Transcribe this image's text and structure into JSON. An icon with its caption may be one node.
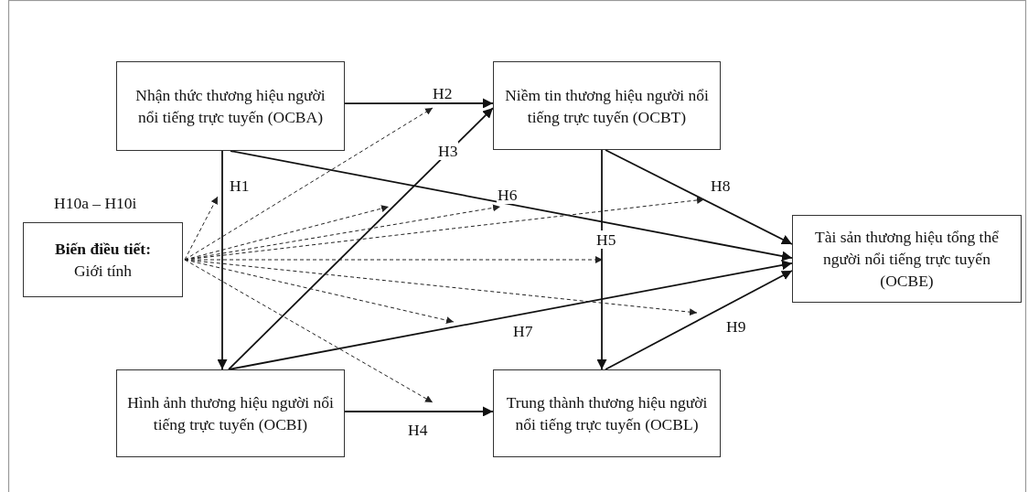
{
  "diagram": {
    "nodes": [
      {
        "text": [
          "Nhận thức thương hiệu người nổi tiếng trực tuyến (OCBA)"
        ]
      },
      {
        "text": [
          "Niềm tin thương hiệu người nổi tiếng trực tuyến (OCBT)"
        ]
      },
      {
        "text": [
          "Biến điều tiết:",
          "Giới tính"
        ]
      },
      {
        "text": [
          "Tài sản thương hiệu tổng thể người nổi tiếng trực tuyến (OCBE)"
        ]
      },
      {
        "text": [
          "Hình ảnh thương hiệu người nổi tiếng trực tuyến (OCBI)"
        ]
      },
      {
        "text": [
          "Trung thành thương hiệu người nổi tiếng trực tuyến (OCBL)"
        ]
      }
    ],
    "edges": [
      {
        "from": 0,
        "to": 4,
        "arrow": "to",
        "label": "H1"
      },
      {
        "from": 0,
        "to": 1,
        "arrow": "to",
        "label": "H2"
      },
      {
        "from": 4,
        "to": 1,
        "arrow": "to",
        "label": "H3"
      },
      {
        "from": 4,
        "to": 5,
        "arrow": "to",
        "label": "H4"
      },
      {
        "from": 1,
        "to": 5,
        "arrow": "to",
        "label": "H5"
      },
      {
        "from": 0,
        "to": 3,
        "arrow": "to",
        "label": "H6"
      },
      {
        "from": 4,
        "to": 3,
        "arrow": "to",
        "label": "H7"
      },
      {
        "from": 1,
        "to": 3,
        "arrow": "to",
        "label": "H8"
      },
      {
        "from": 5,
        "to": 3,
        "arrow": "to",
        "label": "H9"
      },
      {
        "from": 2,
        "to": null,
        "arrow": "to",
        "style": "dashed"
      },
      {
        "from": 2,
        "to": null,
        "arrow": "to",
        "style": "dashed"
      },
      {
        "from": 2,
        "to": null,
        "arrow": "to",
        "style": "dashed"
      },
      {
        "from": 2,
        "to": null,
        "arrow": "to",
        "style": "dashed"
      },
      {
        "from": 2,
        "to": null,
        "arrow": "to",
        "style": "dashed"
      },
      {
        "from": 2,
        "to": null,
        "arrow": "to",
        "style": "dashed"
      },
      {
        "from": 2,
        "to": null,
        "arrow": "to",
        "style": "dashed"
      },
      {
        "from": 2,
        "to": null,
        "arrow": "to",
        "style": "dashed"
      },
      {
        "from": 2,
        "to": null,
        "arrow": "to",
        "style": "dashed"
      }
    ],
    "labels": [
      "H10a – H10i"
    ]
  }
}
